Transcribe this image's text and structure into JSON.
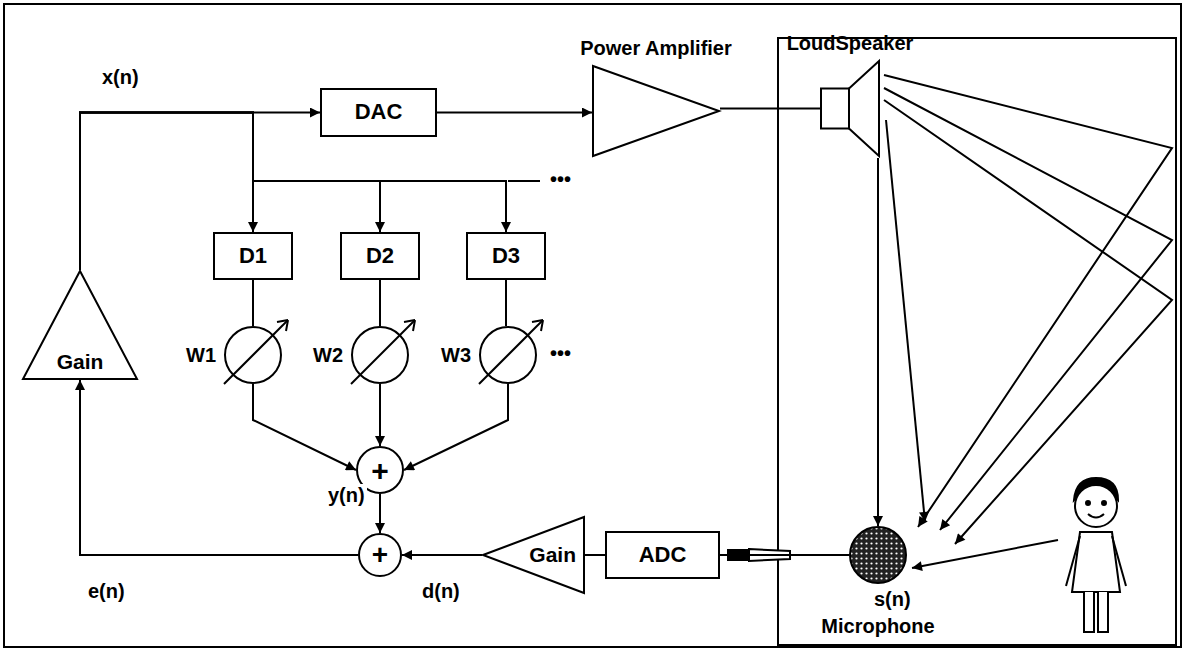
{
  "diagram": {
    "nodes": [
      {
        "text": [
          "DAC"
        ]
      },
      {
        "text": [
          "Power Amplifier"
        ]
      },
      {
        "text": [
          "LoudSpeaker"
        ]
      },
      {
        "text": [
          "D1"
        ]
      },
      {
        "text": [
          "D2"
        ]
      },
      {
        "text": [
          "D3"
        ]
      },
      {
        "text": [
          "W1"
        ]
      },
      {
        "text": [
          "W2"
        ]
      },
      {
        "text": [
          "W3"
        ]
      },
      {
        "text": [
          "+"
        ]
      },
      {
        "text": [
          "+"
        ]
      },
      {
        "text": [
          "Gain"
        ]
      },
      {
        "text": [
          "ADC"
        ]
      },
      {
        "text": [
          "Microphone"
        ]
      },
      {
        "text": [
          "Gain"
        ]
      }
    ],
    "edges": [
      {
        "from": 14,
        "to": 0,
        "arrow": "to"
      },
      {
        "from": 14,
        "to": 3,
        "arrow": "to"
      },
      {
        "from": 14,
        "to": 4,
        "arrow": "to"
      },
      {
        "from": 14,
        "to": 5,
        "arrow": "to"
      },
      {
        "from": 0,
        "to": 1,
        "arrow": "to"
      },
      {
        "from": 1,
        "to": 2,
        "arrow": "none"
      },
      {
        "from": 3,
        "to": 6,
        "arrow": "none"
      },
      {
        "from": 4,
        "to": 7,
        "arrow": "none"
      },
      {
        "from": 5,
        "to": 8,
        "arrow": "none"
      },
      {
        "from": 6,
        "to": 9,
        "arrow": "to"
      },
      {
        "from": 7,
        "to": 9,
        "arrow": "to"
      },
      {
        "from": 8,
        "to": 9,
        "arrow": "to"
      },
      {
        "from": 9,
        "to": 10,
        "arrow": "to"
      },
      {
        "from": 13,
        "to": 12,
        "arrow": "none"
      },
      {
        "from": 12,
        "to": 11,
        "arrow": "none"
      },
      {
        "from": 11,
        "to": 10,
        "arrow": "to"
      },
      {
        "from": 10,
        "to": 14,
        "arrow": "to"
      },
      {
        "from": 2,
        "to": 13,
        "arrow": "to"
      }
    ],
    "labels": [
      "x(n)",
      "y(n)",
      "e(n)",
      "d(n)",
      "s(n)",
      "•••",
      "•••"
    ]
  }
}
